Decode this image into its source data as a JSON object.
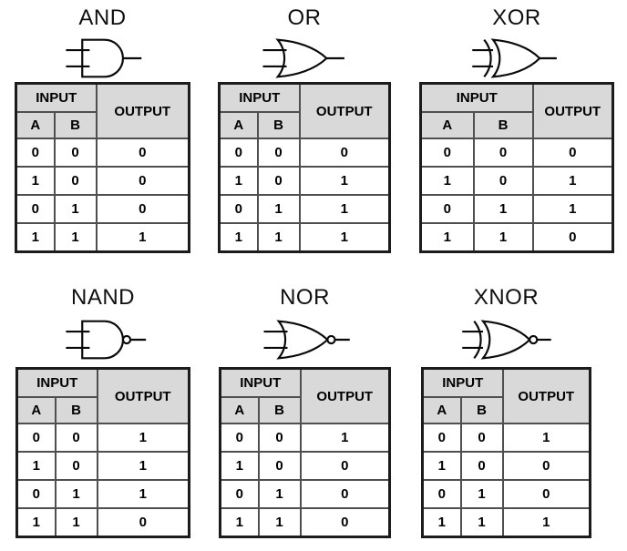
{
  "colors": {
    "background": "#ffffff",
    "header_bg": "#d9d9d9",
    "grid_line": "#4f4f4f",
    "outer_border": "#1c1c1c",
    "gate_stroke": "#0a0a0a",
    "text": "#000000"
  },
  "labels": {
    "input": "INPUT",
    "output": "OUTPUT",
    "a": "A",
    "b": "B"
  },
  "gates": [
    {
      "title": "AND",
      "rows": [
        [
          "0",
          "0",
          "0"
        ],
        [
          "1",
          "0",
          "0"
        ],
        [
          "0",
          "1",
          "0"
        ],
        [
          "1",
          "1",
          "1"
        ]
      ]
    },
    {
      "title": "OR",
      "rows": [
        [
          "0",
          "0",
          "0"
        ],
        [
          "1",
          "0",
          "1"
        ],
        [
          "0",
          "1",
          "1"
        ],
        [
          "1",
          "1",
          "1"
        ]
      ]
    },
    {
      "title": "XOR",
      "rows": [
        [
          "0",
          "0",
          "0"
        ],
        [
          "1",
          "0",
          "1"
        ],
        [
          "0",
          "1",
          "1"
        ],
        [
          "1",
          "1",
          "0"
        ]
      ]
    },
    {
      "title": "NAND",
      "rows": [
        [
          "0",
          "0",
          "1"
        ],
        [
          "1",
          "0",
          "1"
        ],
        [
          "0",
          "1",
          "1"
        ],
        [
          "1",
          "1",
          "0"
        ]
      ]
    },
    {
      "title": "NOR",
      "rows": [
        [
          "0",
          "0",
          "1"
        ],
        [
          "1",
          "0",
          "0"
        ],
        [
          "0",
          "1",
          "0"
        ],
        [
          "1",
          "1",
          "0"
        ]
      ]
    },
    {
      "title": "XNOR",
      "rows": [
        [
          "0",
          "0",
          "1"
        ],
        [
          "1",
          "0",
          "0"
        ],
        [
          "0",
          "1",
          "0"
        ],
        [
          "1",
          "1",
          "1"
        ]
      ]
    }
  ]
}
